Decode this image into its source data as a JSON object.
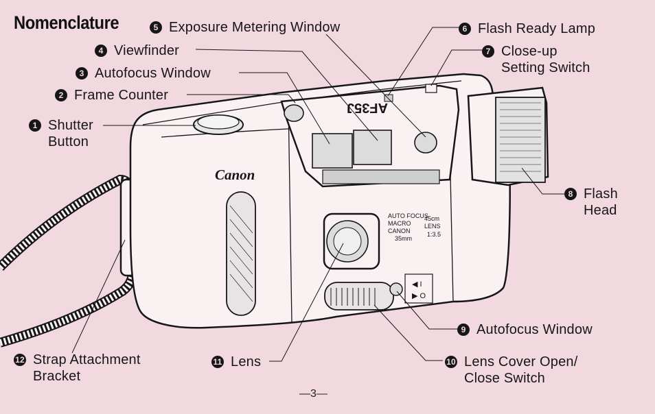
{
  "title": "Nomenclature",
  "brand": "Canon",
  "model": "AF35J",
  "lens_legend": {
    "auto_focus": "AUTO FOCUS",
    "macro": "MACRO",
    "macro_dist": "45cm",
    "canon": "CANON",
    "lens": "LENS",
    "focal": "35mm",
    "aperture": "1:3.5"
  },
  "labels": [
    {
      "num": "1",
      "text": "Shutter",
      "text2": "Button"
    },
    {
      "num": "2",
      "text": "Frame Counter"
    },
    {
      "num": "3",
      "text": "Autofocus Window"
    },
    {
      "num": "4",
      "text": "Viewfinder"
    },
    {
      "num": "5",
      "text": "Exposure Metering Window"
    },
    {
      "num": "6",
      "text": "Flash Ready Lamp"
    },
    {
      "num": "7",
      "text": "Close-up",
      "text2": "Setting Switch"
    },
    {
      "num": "8",
      "text": "Flash",
      "text2": "Head"
    },
    {
      "num": "9",
      "text": "Autofocus Window"
    },
    {
      "num": "10",
      "text": "Lens Cover Open/",
      "text2": "Close Switch"
    },
    {
      "num": "11",
      "text": "Lens"
    },
    {
      "num": "12",
      "text": "Strap Attachment",
      "text2": "Bracket"
    }
  ],
  "page_number": "—3—",
  "colors": {
    "background": "#f1d9df",
    "ink": "#161616",
    "camera_body": "#f9f1f2"
  }
}
